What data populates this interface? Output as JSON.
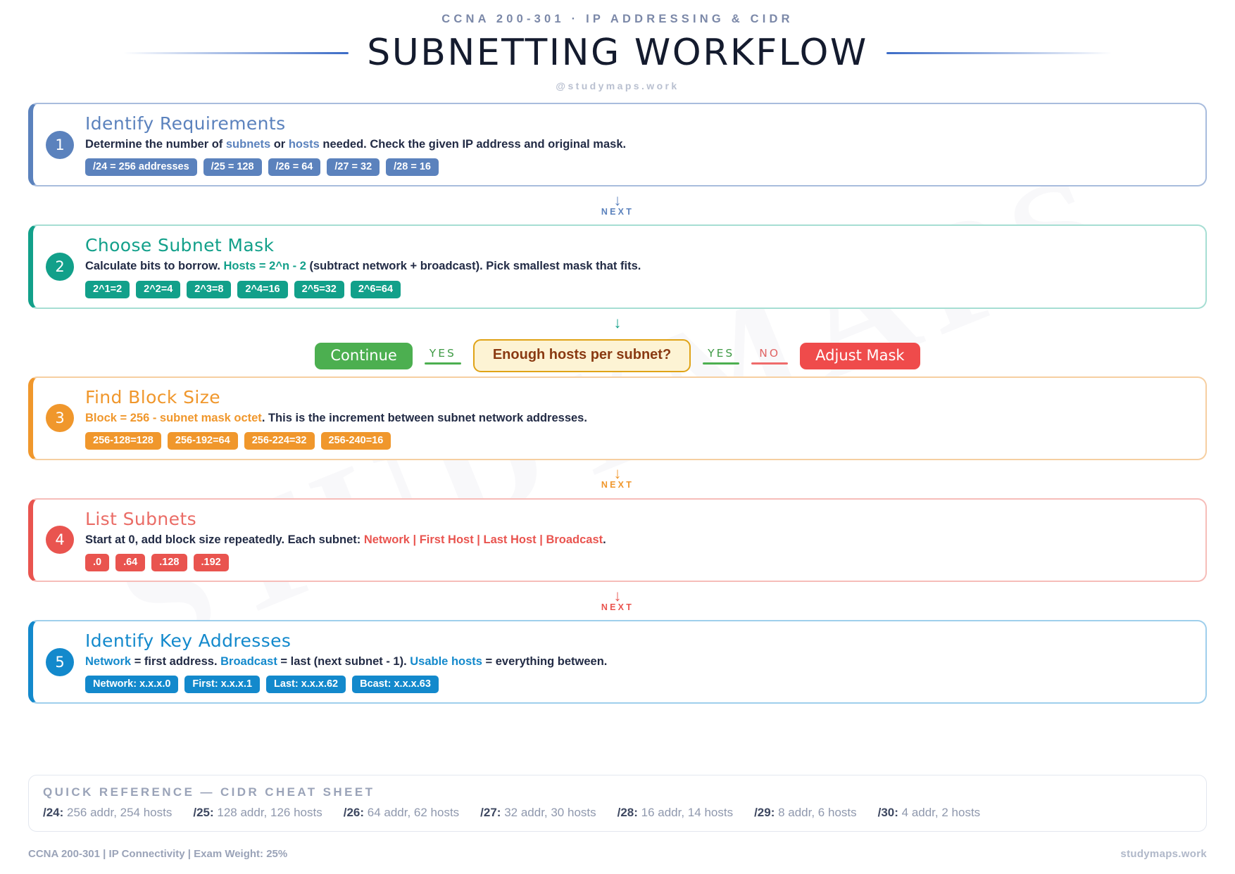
{
  "header": {
    "kicker": "CCNA 200-301 · IP ADDRESSING & CIDR",
    "title": "SUBNETTING WORKFLOW",
    "handle": "@studymaps.work",
    "watermark": "STUDYMAPS",
    "accent": "#3b6bc6"
  },
  "steps": [
    {
      "number": "1",
      "title": "Identify Requirements",
      "desc_parts": [
        {
          "t": "Determine the number of ",
          "hl": false
        },
        {
          "t": "subnets",
          "hl": true
        },
        {
          "t": " or ",
          "hl": false
        },
        {
          "t": "hosts",
          "hl": true
        },
        {
          "t": " needed. Check the given IP address and original mask.",
          "hl": false
        }
      ],
      "pills": [
        "/24 = 256 addresses",
        "/25 = 128",
        "/26 = 64",
        "/27 = 32",
        "/28 = 16"
      ],
      "color": "#5b82bd"
    },
    {
      "number": "2",
      "title": "Choose Subnet Mask",
      "desc_parts": [
        {
          "t": "Calculate bits to borrow. ",
          "hl": false
        },
        {
          "t": "Hosts = 2^n - 2",
          "hl": true
        },
        {
          "t": " (subtract network + broadcast). Pick smallest mask that fits.",
          "hl": false
        }
      ],
      "pills": [
        "2^1=2",
        "2^2=4",
        "2^3=8",
        "2^4=16",
        "2^5=32",
        "2^6=64"
      ],
      "color": "#12a08a"
    },
    {
      "number": "3",
      "title": "Find Block Size",
      "desc_parts": [
        {
          "t": "Block = 256 - subnet mask octet",
          "hl": true
        },
        {
          "t": ". This is the increment between subnet network addresses.",
          "hl": false
        }
      ],
      "pills": [
        "256-128=128",
        "256-192=64",
        "256-224=32",
        "256-240=16"
      ],
      "color": "#f0972c"
    },
    {
      "number": "4",
      "title": "List Subnets",
      "desc_parts": [
        {
          "t": "Start at 0, add block size repeatedly. Each subnet: ",
          "hl": false
        },
        {
          "t": "Network | First Host | Last Host | Broadcast",
          "hl": true
        },
        {
          "t": ".",
          "hl": false
        }
      ],
      "pills": [
        ".0",
        ".64",
        ".128",
        ".192"
      ],
      "color": "#e9544f"
    },
    {
      "number": "5",
      "title": "Identify Key Addresses",
      "desc_parts": [
        {
          "t": "Network",
          "hl": true
        },
        {
          "t": " = first address. ",
          "hl": false
        },
        {
          "t": "Broadcast",
          "hl": true
        },
        {
          "t": " = last (next subnet - 1). ",
          "hl": false
        },
        {
          "t": "Usable hosts",
          "hl": true
        },
        {
          "t": " = everything between.",
          "hl": false
        }
      ],
      "pills": [
        "Network: x.x.x.0",
        "First: x.x.x.1",
        "Last: x.x.x.62",
        "Bcast: x.x.x.63"
      ],
      "color": "#1389cc"
    }
  ],
  "connectors": {
    "next_label": "NEXT",
    "arrow_glyph": "↓"
  },
  "decision": {
    "continue_label": "Continue",
    "yes_left_label": "YES",
    "question": "Enough hosts per subnet?",
    "yes_right_label": "YES",
    "no_label": "NO",
    "adjust_label": "Adjust Mask",
    "yes_color": "#4caf50",
    "no_color": "#ef6b6b",
    "question_bg": "#fdf3d4",
    "question_border": "#e0a317"
  },
  "quickref": {
    "title": "QUICK REFERENCE — CIDR CHEAT SHEET",
    "items": [
      {
        "cidr": "/24:",
        "text": "256 addr, 254 hosts"
      },
      {
        "cidr": "/25:",
        "text": "128 addr, 126 hosts"
      },
      {
        "cidr": "/26:",
        "text": "64 addr, 62 hosts"
      },
      {
        "cidr": "/27:",
        "text": "32 addr, 30 hosts"
      },
      {
        "cidr": "/28:",
        "text": "16 addr, 14 hosts"
      },
      {
        "cidr": "/29:",
        "text": "8 addr, 6 hosts"
      },
      {
        "cidr": "/30:",
        "text": "4 addr, 2 hosts"
      }
    ]
  },
  "footer": {
    "left": "CCNA 200-301 | IP Connectivity | Exam Weight: 25%",
    "right": "studymaps.work"
  }
}
